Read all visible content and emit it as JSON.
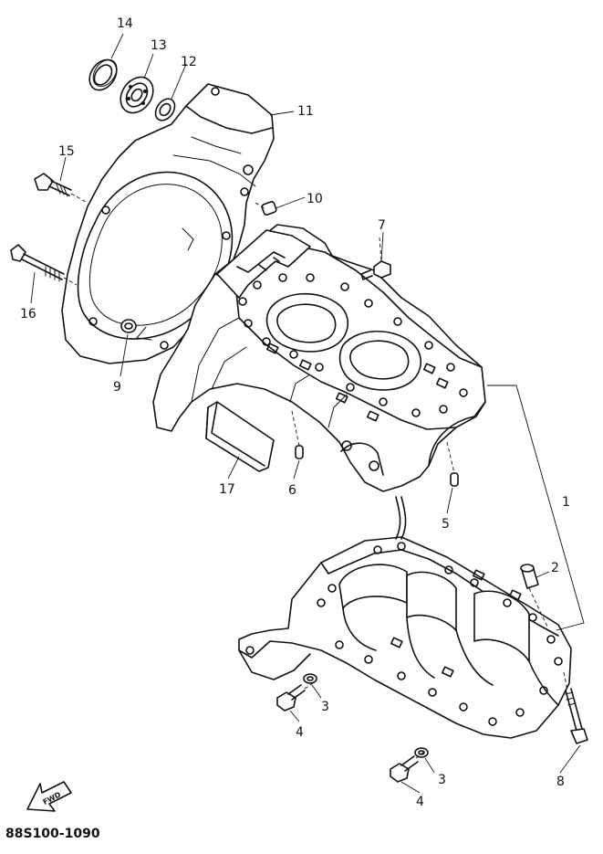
{
  "diagram": {
    "part_code": "88S100-1090",
    "fwd_label": "FWD",
    "callouts": [
      {
        "id": "c14",
        "label": "14"
      },
      {
        "id": "c13",
        "label": "13"
      },
      {
        "id": "c12",
        "label": "12"
      },
      {
        "id": "c11",
        "label": "11"
      },
      {
        "id": "c15",
        "label": "15"
      },
      {
        "id": "c10",
        "label": "10"
      },
      {
        "id": "c7",
        "label": "7"
      },
      {
        "id": "c16",
        "label": "16"
      },
      {
        "id": "c9",
        "label": "9"
      },
      {
        "id": "c17",
        "label": "17"
      },
      {
        "id": "c6",
        "label": "6"
      },
      {
        "id": "c5",
        "label": "5"
      },
      {
        "id": "c1",
        "label": "1"
      },
      {
        "id": "c2",
        "label": "2"
      },
      {
        "id": "c3a",
        "label": "3"
      },
      {
        "id": "c4a",
        "label": "4"
      },
      {
        "id": "c3b",
        "label": "3"
      },
      {
        "id": "c4b",
        "label": "4"
      },
      {
        "id": "c8",
        "label": "8"
      }
    ]
  }
}
